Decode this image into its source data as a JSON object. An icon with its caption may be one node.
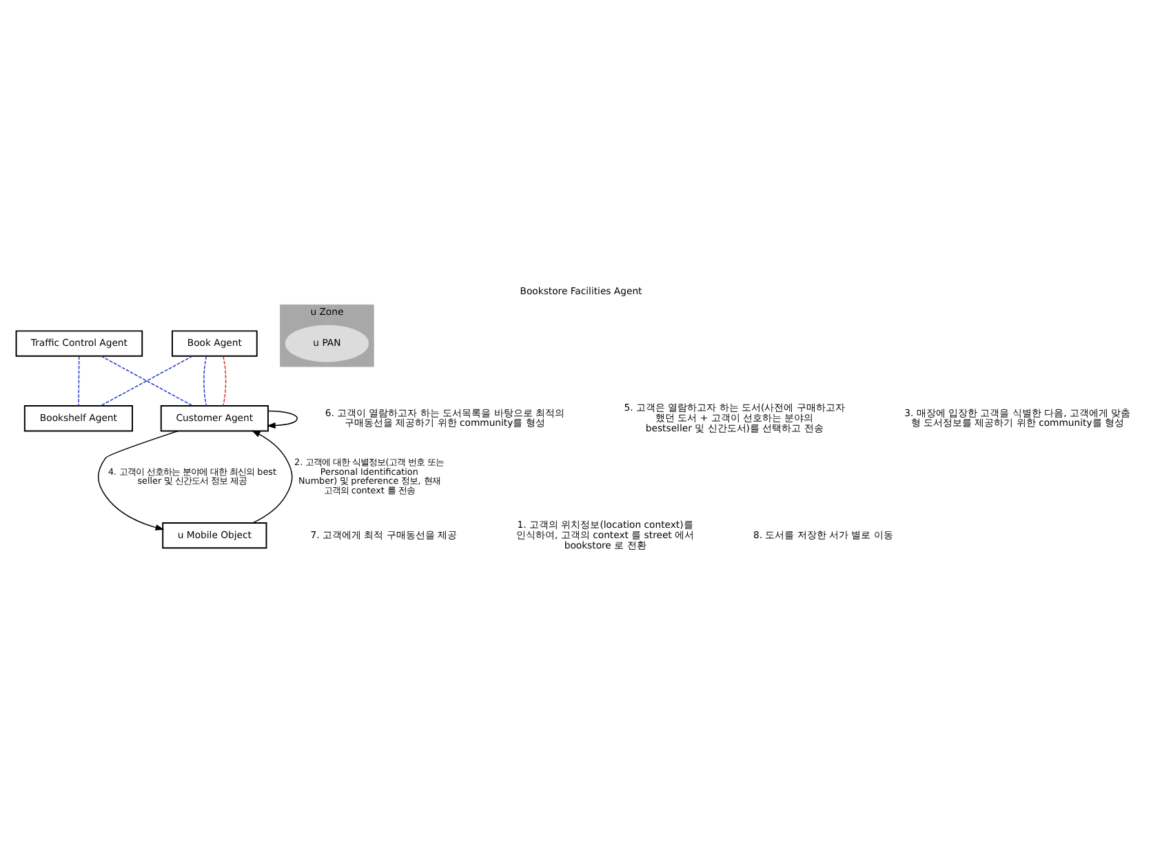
{
  "diagram": {
    "title": "Bookstore Facilities Agent",
    "nodes": [
      {
        "text": [
          "Book Agent"
        ]
      },
      {
        "text": [
          "Traffic Control Agent"
        ]
      },
      {
        "text": [
          "Bookshelf Agent"
        ]
      },
      {
        "text": [
          "Customer Agent"
        ]
      },
      {
        "text": [
          "u Zone"
        ]
      },
      {
        "text": [
          "u PAN"
        ],
        "in": 4
      },
      {
        "text": [
          "u Mobile Object"
        ]
      }
    ],
    "edges": [
      {
        "from": 0,
        "to": 2,
        "arrow": "none",
        "style": "dashed",
        "color": "#2233cc"
      },
      {
        "from": 1,
        "to": 2,
        "arrow": "none",
        "style": "dashed",
        "color": "#2233cc"
      },
      {
        "from": 1,
        "to": 3,
        "arrow": "none",
        "style": "dashed",
        "color": "#2233cc"
      },
      {
        "from": 0,
        "to": 3,
        "arrow": "none",
        "style": "dashed",
        "color": "#2233cc"
      },
      {
        "from": 0,
        "to": 3,
        "arrow": "none",
        "style": "dashed",
        "color": "#dd2222"
      },
      {
        "from": 3,
        "to": 3,
        "arrow": "to",
        "color": "#000000"
      },
      {
        "from": 6,
        "to": 3,
        "arrow": "to",
        "color": "#000000",
        "label": "2. 고객에 대한 식별정보(고객 번호 또는 Personal Identification Number) 및 preference 정보, 현재 고객의 context 를 전송"
      },
      {
        "from": 3,
        "to": 6,
        "arrow": "to",
        "color": "#000000",
        "label": "4. 고객이 선호하는 분야에 대한 최신의 best seller 및 신간도서 정보 제공"
      }
    ],
    "labels": [
      "6. 고객이 열람하고자 하는 도서목록을 바탕으로 최적의 구매동선을 제공하기 위한 community를 형성",
      "5. 고객은 열람하고자 하는 도서(사전에 구매하고자 했던 도서 + 고객이 선호하는 분야의 bestseller 및 신간도서)를 선택하고 전송",
      "3. 매장에 입장한 고객을 식별한 다음, 고객에게 맞춤 형 도서정보를 제공하기 위한 community를 형성",
      "7. 고객에게 최적 구매동선을 제공",
      "1. 고객의 위치정보(location context)를 인식하여, 고객의 context 를 street 에서 bookstore 로 전환",
      "8. 도서를 저장한 서가 별로 이동"
    ]
  }
}
